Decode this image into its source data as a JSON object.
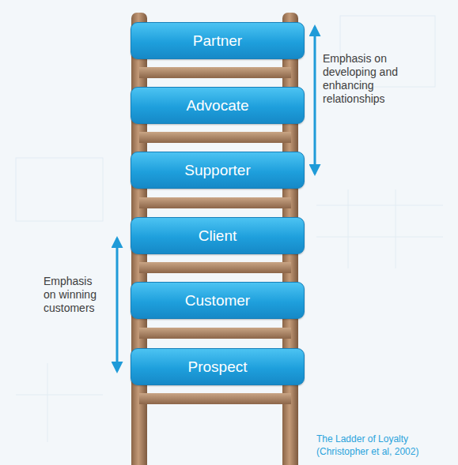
{
  "diagram": {
    "caption": "The Ladder of Loyalty (Christopher et al, 2002)",
    "nodes": [
      {
        "text": [
          "Partner"
        ]
      },
      {
        "text": [
          "Advocate"
        ]
      },
      {
        "text": [
          "Supporter"
        ]
      },
      {
        "text": [
          "Client"
        ]
      },
      {
        "text": [
          "Customer"
        ]
      },
      {
        "text": [
          "Prospect"
        ]
      }
    ],
    "labels": [
      "Emphasis on developing and enhancing relationships",
      "Emphasis on winning customers"
    ]
  }
}
